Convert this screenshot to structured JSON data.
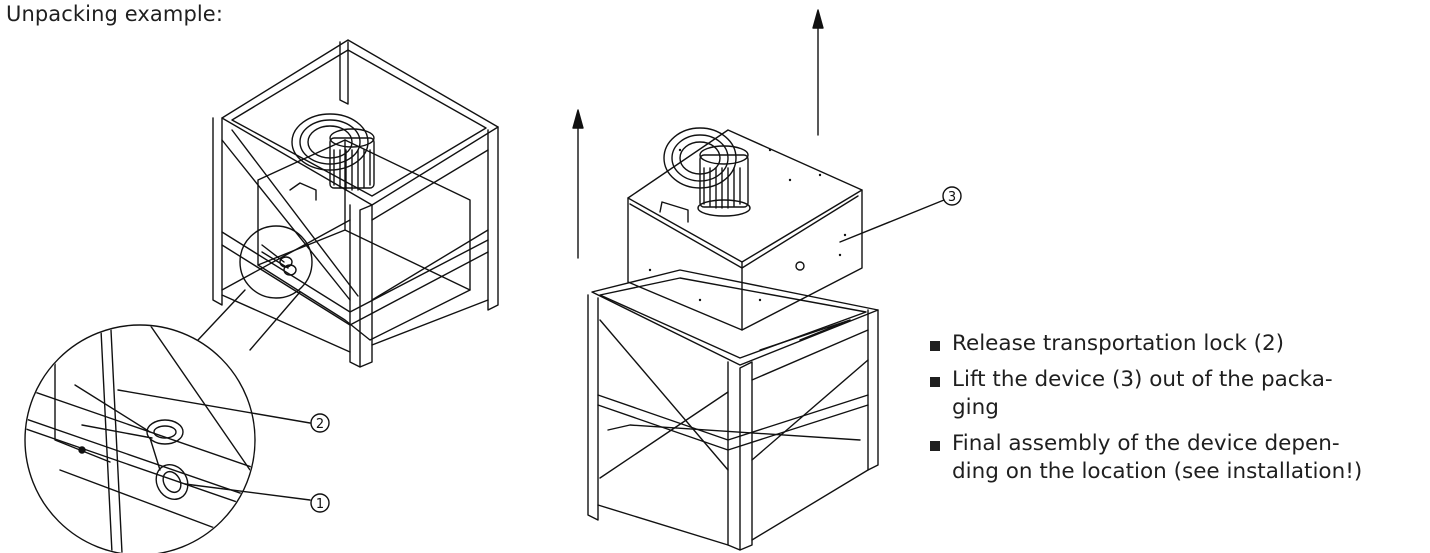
{
  "heading": "Unpacking example:",
  "callouts": {
    "one": "1",
    "two": "2",
    "three": "3"
  },
  "steps": [
    {
      "lines": [
        "Release transportation lock (2)"
      ]
    },
    {
      "lines": [
        "Lift the device (3) out of the packa-",
        "ging"
      ]
    },
    {
      "lines": [
        "Final assembly of the device depen-",
        "ding on the location (see installation!)"
      ]
    }
  ],
  "icons": [
    "bullet-square-icon",
    "arrow-up-icon"
  ]
}
